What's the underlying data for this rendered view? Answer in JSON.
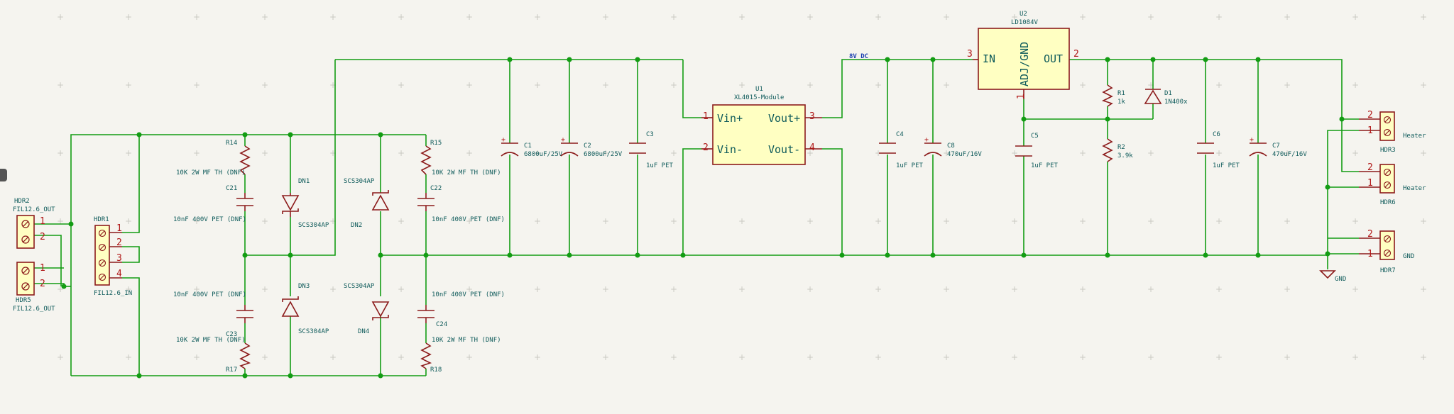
{
  "schematic": {
    "components": {
      "HDR2": {
        "ref": "HDR2",
        "value": "FIL12.6_OUT",
        "pins": [
          "1",
          "2"
        ]
      },
      "HDR5": {
        "ref": "HDR5",
        "value": "FIL12.6_OUT",
        "pins": [
          "1",
          "2"
        ]
      },
      "HDR1": {
        "ref": "HDR1",
        "value": "FIL12.6_IN",
        "pins": [
          "1",
          "2",
          "3",
          "4"
        ]
      },
      "R14": {
        "ref": "R14",
        "value": "10K 2W MF TH (DNF)"
      },
      "C21": {
        "ref": "C21",
        "value": "10nF 400V PET (DNF)"
      },
      "DN1": {
        "ref": "DN1",
        "value": "SCS304AP"
      },
      "C23": {
        "ref": "C23",
        "value": "10nF 400V PET (DNF)"
      },
      "DN3": {
        "ref": "DN3",
        "value": "SCS304AP"
      },
      "R17": {
        "ref": "R17",
        "value": "10K 2W MF TH (DNF)"
      },
      "DN2": {
        "ref": "DN2",
        "value": "SCS304AP"
      },
      "R15": {
        "ref": "R15",
        "value": "10K 2W MF TH (DNF)"
      },
      "C22": {
        "ref": "C22",
        "value": "10nF 400V PET (DNF)"
      },
      "DN4": {
        "ref": "DN4",
        "value": "SCS304AP"
      },
      "C24": {
        "ref": "C24",
        "value": "10nF 400V PET (DNF)"
      },
      "R18": {
        "ref": "R18",
        "value": "10K 2W MF TH (DNF)"
      },
      "C1": {
        "ref": "C1",
        "value": "6800uF/25V"
      },
      "C2": {
        "ref": "C2",
        "value": "6800uF/25V"
      },
      "C3": {
        "ref": "C3",
        "value": "1uF PET"
      },
      "U1": {
        "ref": "U1",
        "value": "XL4015-Module",
        "pins": {
          "vin_plus": "Vin+",
          "vin_minus": "Vin-",
          "vout_plus": "Vout+",
          "vout_minus": "Vout-"
        },
        "pin_numbers": [
          "1",
          "2",
          "3",
          "4"
        ]
      },
      "C4": {
        "ref": "C4",
        "value": "1uF PET"
      },
      "C8": {
        "ref": "C8",
        "value": "470uF/16V"
      },
      "U2": {
        "ref": "U2",
        "value": "LD1084V",
        "pins": {
          "in": "IN",
          "adj": "ADJ/GND",
          "out": "OUT"
        },
        "pin_numbers": [
          "3",
          "1",
          "2"
        ]
      },
      "C5": {
        "ref": "C5",
        "value": "1uF PET"
      },
      "R1": {
        "ref": "R1",
        "value": "1k"
      },
      "R2": {
        "ref": "R2",
        "value": "3.9k"
      },
      "D1": {
        "ref": "D1",
        "value": "1N400x"
      },
      "C6": {
        "ref": "C6",
        "value": "1uF PET"
      },
      "C7": {
        "ref": "C7",
        "value": "470uF/16V"
      },
      "HDR3": {
        "ref": "HDR3",
        "value": "Heater",
        "pins": [
          "2",
          "1"
        ]
      },
      "HDR6": {
        "ref": "HDR6",
        "value": "Heater",
        "pins": [
          "2",
          "1"
        ]
      },
      "HDR7": {
        "ref": "HDR7",
        "value": "GND",
        "pins": [
          "2",
          "1"
        ]
      }
    },
    "net_labels": {
      "v8": "8V DC"
    },
    "power_symbols": {
      "gnd": "GND"
    },
    "colors": {
      "wire": "#139c13",
      "part": "#8c1b1b",
      "body_fill": "#ffffc2",
      "label": "#0f5b5b",
      "pin_number": "#b01818",
      "net_label": "#1a3fb0",
      "background": "#f5f4ef"
    }
  }
}
